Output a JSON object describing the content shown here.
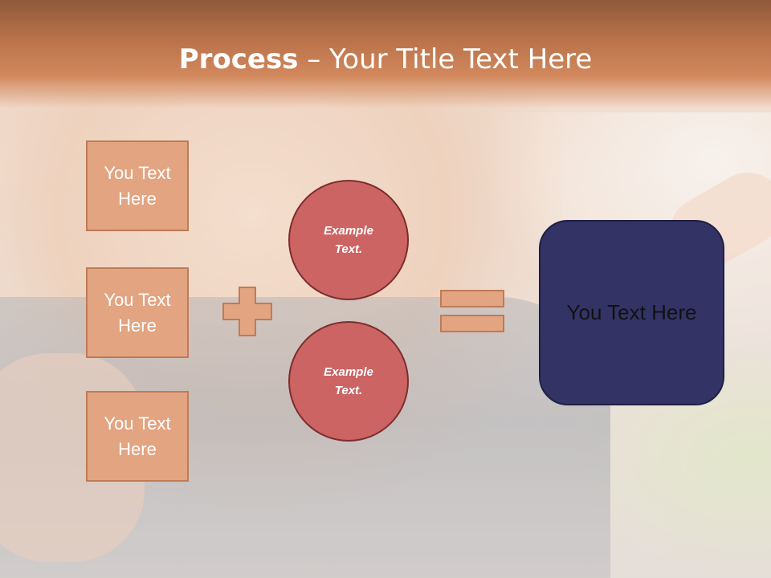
{
  "title": {
    "bold": "Process",
    "rest": " – Your Title Text Here"
  },
  "left_boxes": [
    {
      "label": "You Text\nHere"
    },
    {
      "label": "You Text\nHere"
    },
    {
      "label": "You Text\nHere"
    }
  ],
  "circles": [
    {
      "label": "Example\nText."
    },
    {
      "label": "Example\nText."
    }
  ],
  "result": {
    "label": "You Text Here"
  },
  "colors": {
    "header": "#c07a4f",
    "box_fill": "#e3a481",
    "circle_fill": "#cc6464",
    "result_fill": "#333366"
  },
  "icons": [
    "plus-icon",
    "equals-icon"
  ]
}
